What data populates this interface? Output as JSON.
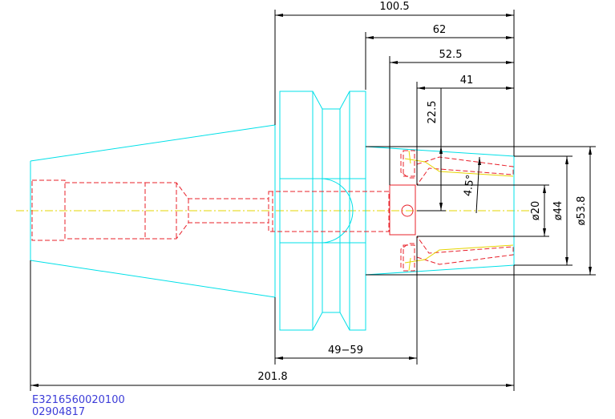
{
  "dimensions": {
    "overall_length": "201.8",
    "flange_to_nose": "100.5",
    "bore_depth": "62",
    "collet_depth": "52.5",
    "clamp_depth": "41",
    "clamp_offset": "22.5",
    "angle": "4.5°",
    "stop_range": "49−59",
    "dia_small": "ø20",
    "dia_mid": "ø44",
    "dia_large": "ø53.8"
  },
  "part_code": {
    "line1": "E3216560020100",
    "line2": "02904817"
  },
  "colors": {
    "outline": "#00e0e8",
    "hidden": "#e8202a",
    "dimension": "#000000",
    "centerline": "#e6d400",
    "code_text": "#3c3cd8"
  }
}
